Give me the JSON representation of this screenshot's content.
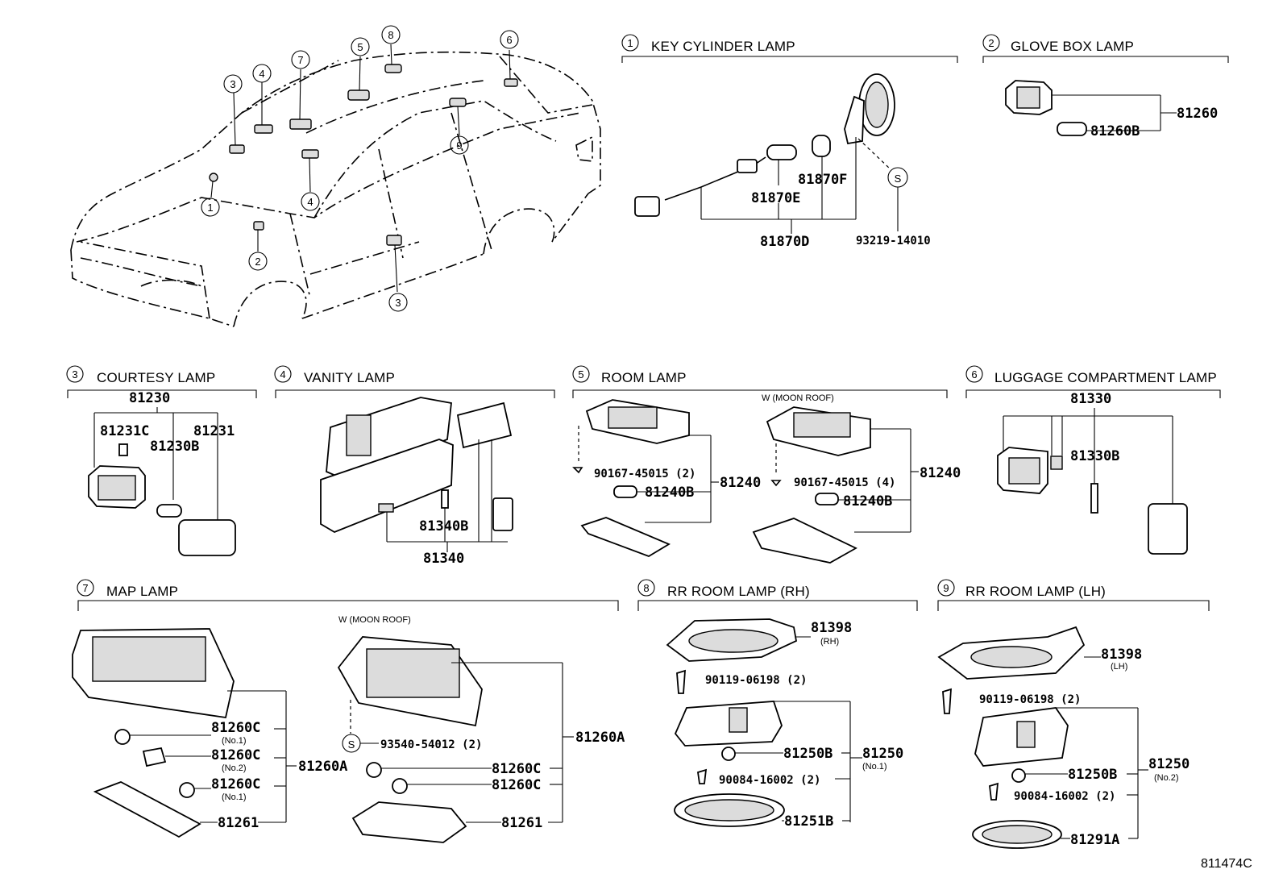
{
  "sections": [
    {
      "num": "1",
      "title": "KEY CYLINDER LAMP"
    },
    {
      "num": "2",
      "title": "GLOVE  BOX  LAMP"
    },
    {
      "num": "3",
      "title": "COURTESY LAMP"
    },
    {
      "num": "4",
      "title": "VANITY LAMP"
    },
    {
      "num": "5",
      "title": "ROOM LAMP"
    },
    {
      "num": "6",
      "title": "LUGGAGE COMPARTMENT LAMP"
    },
    {
      "num": "7",
      "title": "MAP LAMP"
    },
    {
      "num": "8",
      "title": "RR ROOM LAMP (RH)"
    },
    {
      "num": "9",
      "title": "RR ROOM LAMP (LH)"
    }
  ],
  "car_callouts": [
    "3",
    "4",
    "7",
    "5",
    "8",
    "6",
    "9",
    "1",
    "2",
    "4",
    "3"
  ],
  "moon_roof_note": "W (MOON  ROOF)",
  "parts": {
    "p81870F": "81870F",
    "p81870E": "81870E",
    "p81870D": "81870D",
    "pS": "S",
    "p93219": "93219-14010",
    "p81260": "81260",
    "p81260B": "81260B",
    "p81230": "81230",
    "p81231C": "81231C",
    "p81231": "81231",
    "p81230B": "81230B",
    "p81340B": "81340B",
    "p81340": "81340",
    "p90167a": "90167-45015 (2)",
    "p81240a": "81240",
    "p81240Ba": "81240B",
    "p90167b": "90167-45015 (4)",
    "p81240b": "81240",
    "p81240Bb": "81240B",
    "p81330": "81330",
    "p81330B": "81330B",
    "p81260C1": "81260C",
    "p81260C1n": "(No.1)",
    "p81260C2": "81260C",
    "p81260C2n": "(No.2)",
    "p81260C3": "81260C",
    "p81260C3n": "(No.1)",
    "p81260Aa": "81260A",
    "p81261a": "81261",
    "p93540": "93540-54012 (2)",
    "p81260C4": "81260C",
    "p81260C5": "81260C",
    "p81260Ab": "81260A",
    "p81261b": "81261",
    "p81398a": "81398",
    "p81398an": "(RH)",
    "p90119a": "90119-06198 (2)",
    "p81250Ba": "81250B",
    "p81250a": "81250",
    "p81250an": "(No.1)",
    "p90084a": "90084-16002 (2)",
    "p81251B": "81251B",
    "p81398b": "81398",
    "p81398bn": "(LH)",
    "p90119b": "90119-06198 (2)",
    "p81250Bb": "81250B",
    "p81250b": "81250",
    "p81250bn": "(No.2)",
    "p90084b": "90084-16002 (2)",
    "p81291A": "81291A"
  },
  "figure_id": "811474C"
}
